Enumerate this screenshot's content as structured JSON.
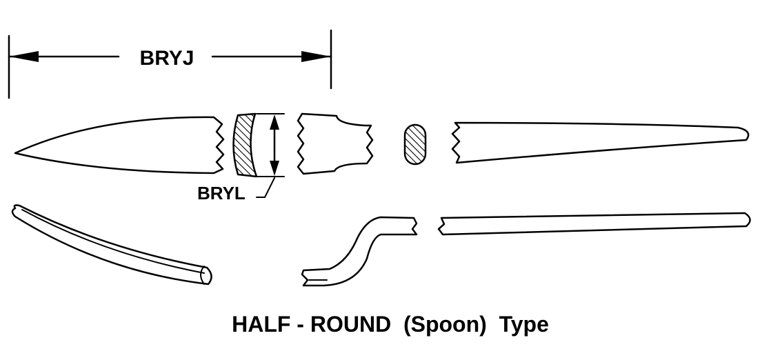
{
  "dimensions": {
    "length_label": "BRYJ",
    "thickness_label": "BRYL"
  },
  "caption": "HALF - ROUND  (Spoon)  Type",
  "colors": {
    "line": "#000000",
    "background": "#ffffff"
  }
}
